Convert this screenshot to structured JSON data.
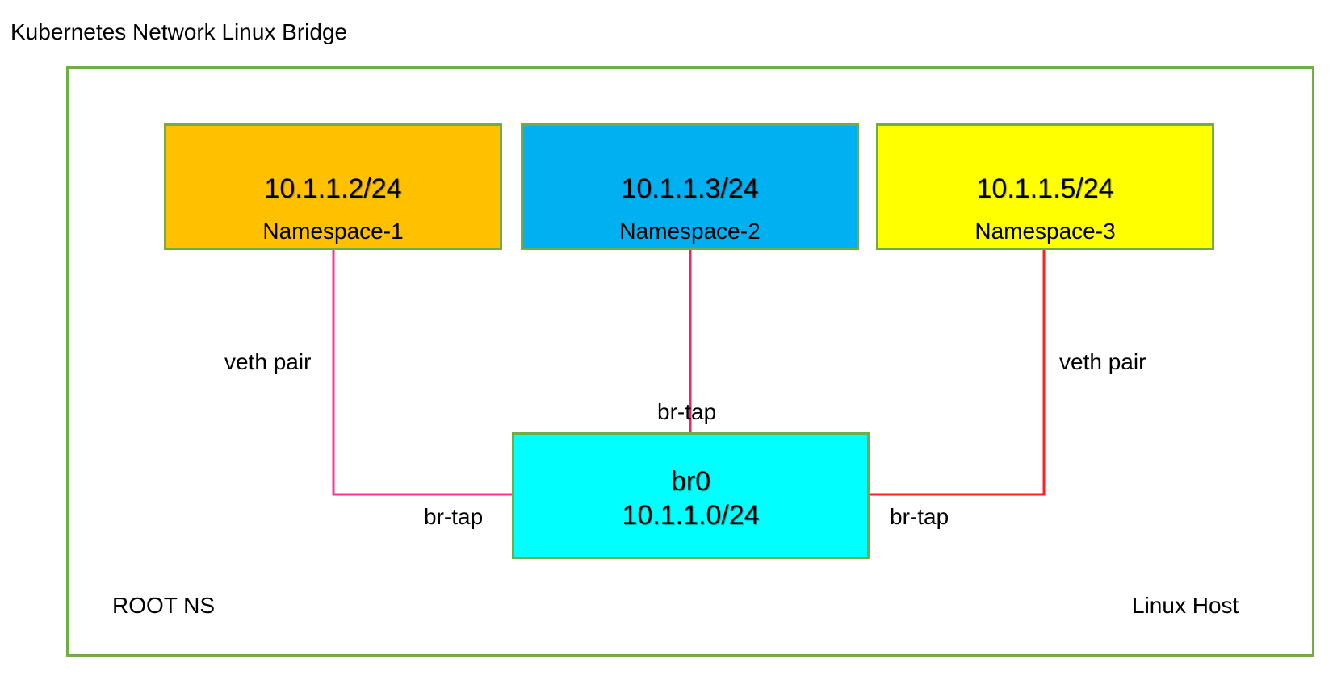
{
  "title": "Kubernetes Network Linux Bridge",
  "colors": {
    "border": "#70ad47",
    "namespace_1_fill": "#ffc000",
    "namespace_2_fill": "#00b0f0",
    "namespace_3_fill": "#ffff00",
    "bridge_fill": "#00ffff",
    "link_1": "#ff3399",
    "link_2": "#e8266e",
    "link_3": "#ff2020"
  },
  "namespaces": [
    {
      "ip": "10.1.1.2/24",
      "name": "Namespace-1"
    },
    {
      "ip": "10.1.1.3/24",
      "name": "Namespace-2"
    },
    {
      "ip": "10.1.1.5/24",
      "name": "Namespace-3"
    }
  ],
  "bridge": {
    "name": "br0",
    "ip": "10.1.1.0/24"
  },
  "link_labels": {
    "left_veth": "veth pair",
    "right_veth": "veth pair",
    "top_tap": "br-tap",
    "left_tap": "br-tap",
    "right_tap": "br-tap"
  },
  "host_labels": {
    "root_ns": "ROOT NS",
    "linux_host": "Linux Host"
  }
}
